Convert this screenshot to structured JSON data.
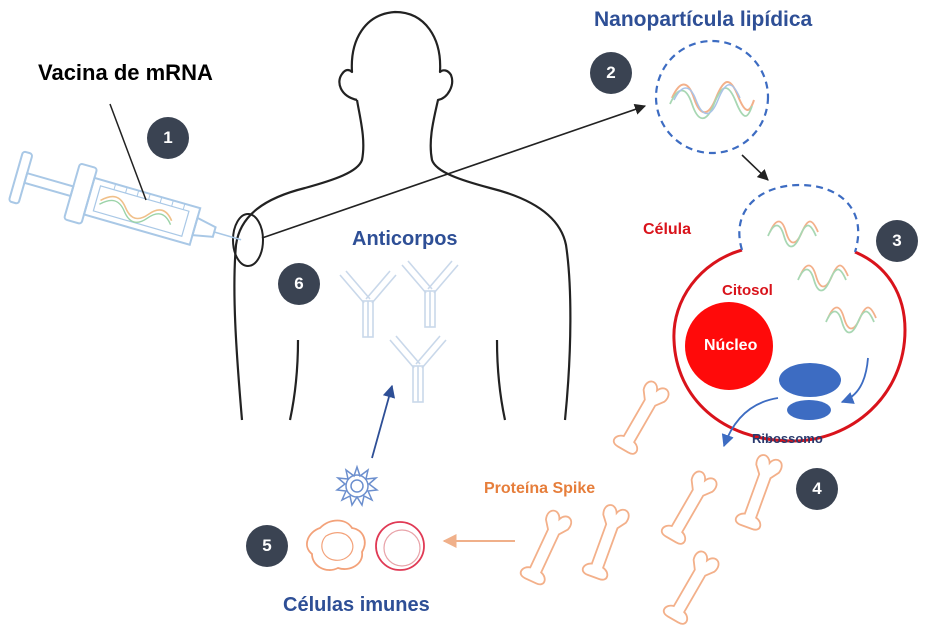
{
  "labels": {
    "vaccine": "Vacina de mRNA",
    "nanoparticle": "Nanopartícula lipídica",
    "cell": "Célula",
    "cytosol": "Citosol",
    "nucleus": "Núcleo",
    "ribosome": "Ribossomo",
    "antibodies": "Anticorpos",
    "spike": "Proteína Spike",
    "immune_cells": "Células imunes"
  },
  "steps": [
    "1",
    "2",
    "3",
    "4",
    "5",
    "6"
  ],
  "colors": {
    "title_blue": "#2e4f96",
    "cell_red": "#d9131b",
    "nucleus_red": "#ff0a0a",
    "spike_orange": "#e67e3b",
    "ribosome_blue": "#3d6cc2",
    "badge": "#3a4352",
    "outline": "#222222",
    "syringe": "#a9c8e6"
  }
}
